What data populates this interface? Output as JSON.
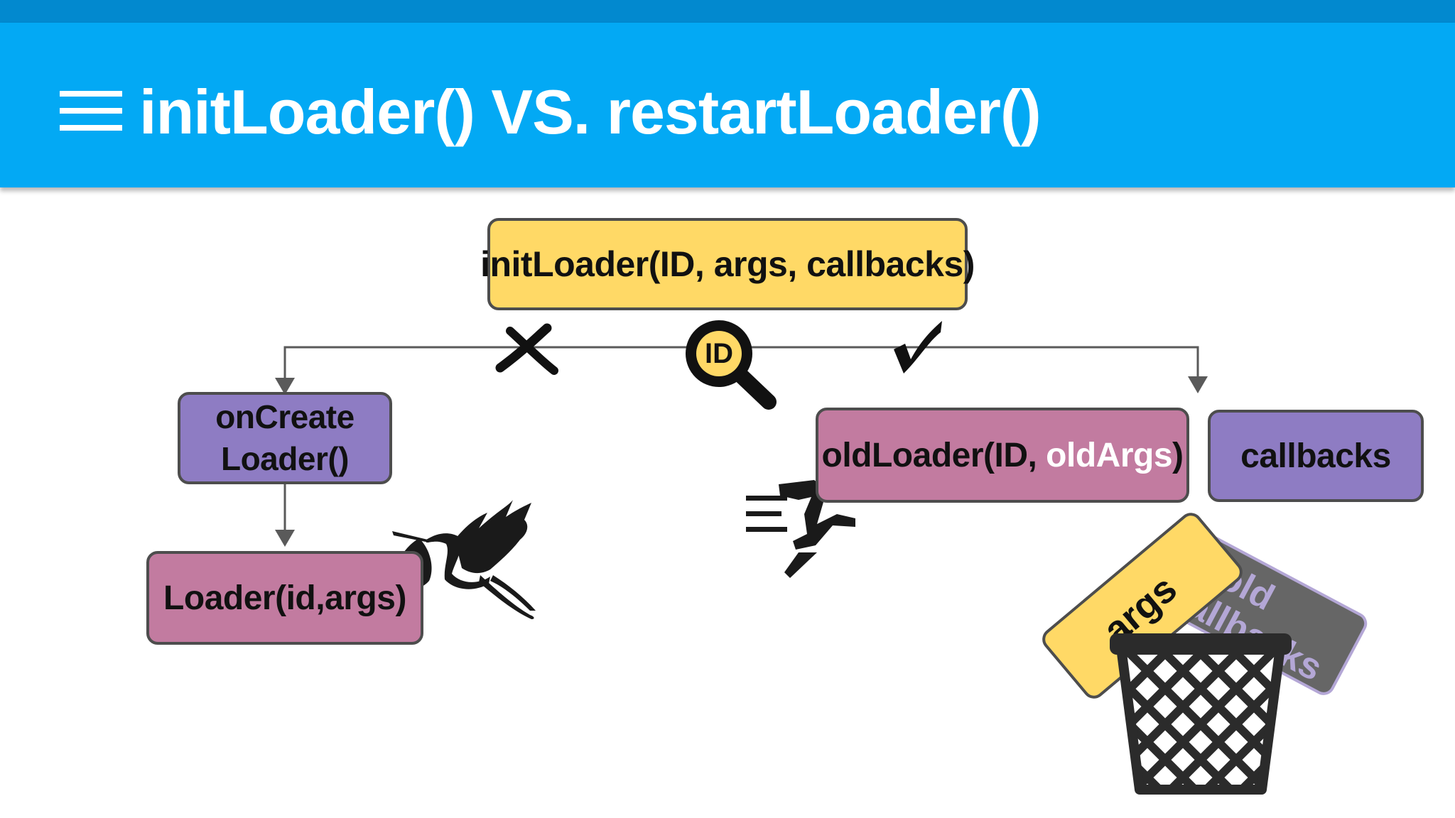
{
  "header": {
    "title": "initLoader() VS. restartLoader()"
  },
  "diagram": {
    "init_call": "initLoader(ID, args, callbacks)",
    "lookup_label": "ID",
    "new_branch": {
      "create_line1": "onCreate",
      "create_line2": "Loader()",
      "loader_box": "Loader(id,args)"
    },
    "existing_branch": {
      "old_loader_prefix": "oldLoader(ID, ",
      "old_loader_args": "oldArgs",
      "old_loader_suffix": ")",
      "callbacks_box": "callbacks"
    },
    "discarded": {
      "args_card": "args",
      "callbacks_card_line1": "old",
      "callbacks_card_line2": "callbacks"
    }
  },
  "colors": {
    "header_bg": "#03a9f4",
    "top_strip": "#0289cf",
    "yellow": "#ffd966",
    "purple": "#8e7cc3",
    "pink": "#c27ba0",
    "discard_gray": "#666666",
    "discard_text": "#b4a7d6"
  },
  "icons": [
    "menu-icon",
    "cross-icon",
    "magnifier-icon",
    "check-icon",
    "stork-icon",
    "running-person-icon",
    "trash-bin-icon"
  ]
}
